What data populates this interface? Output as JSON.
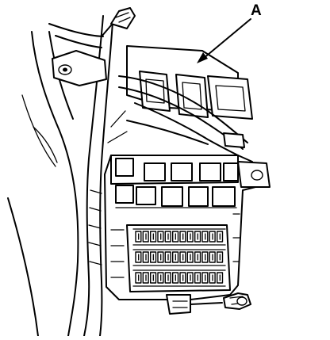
{
  "callout": {
    "label": "A"
  },
  "fuse_array": {
    "rows": [
      12,
      12,
      12
    ]
  }
}
